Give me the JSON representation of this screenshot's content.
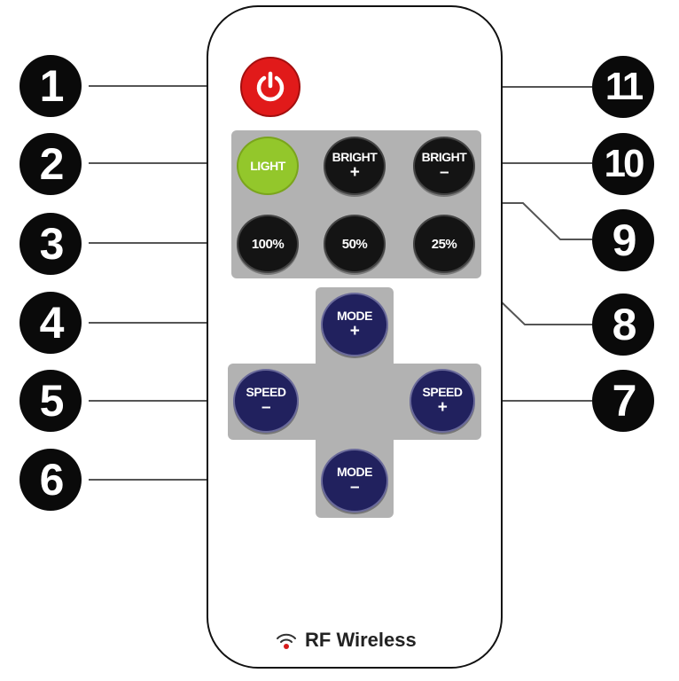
{
  "remote": {
    "brand_text": "RF Wireless",
    "icons": {
      "power": "power-icon",
      "wireless": "wireless-signal-icon"
    },
    "buttons": {
      "light": "LIGHT",
      "bright_up_label": "BRIGHT",
      "bright_up_symbol": "+",
      "bright_down_label": "BRIGHT",
      "bright_down_symbol": "–",
      "pct_100": "100%",
      "pct_50": "50%",
      "pct_25": "25%",
      "mode_up_label": "MODE",
      "mode_up_symbol": "+",
      "mode_down_label": "MODE",
      "mode_down_symbol": "–",
      "speed_down_label": "SPEED",
      "speed_down_symbol": "–",
      "speed_up_label": "SPEED",
      "speed_up_symbol": "+"
    },
    "colors": {
      "power": "#e11a1a",
      "light": "#93c72b",
      "dark_button": "#141414",
      "blue_button": "#21215e",
      "panel": "#b2b2b2",
      "callout": "#0a0a0a"
    }
  },
  "callouts": [
    "1",
    "2",
    "3",
    "4",
    "5",
    "6",
    "7",
    "8",
    "9",
    "10",
    "11"
  ]
}
